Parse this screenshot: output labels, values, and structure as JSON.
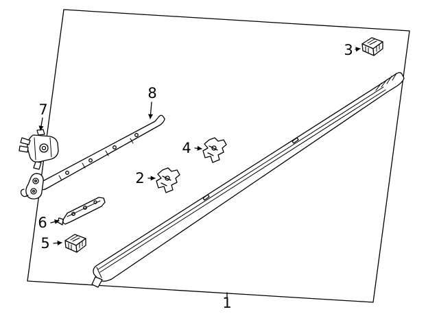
{
  "diagram": {
    "type": "parts-diagram",
    "background": "#ffffff",
    "line_color": "#000000",
    "callouts": [
      "1",
      "2",
      "3",
      "4",
      "5",
      "6",
      "7",
      "8"
    ]
  }
}
